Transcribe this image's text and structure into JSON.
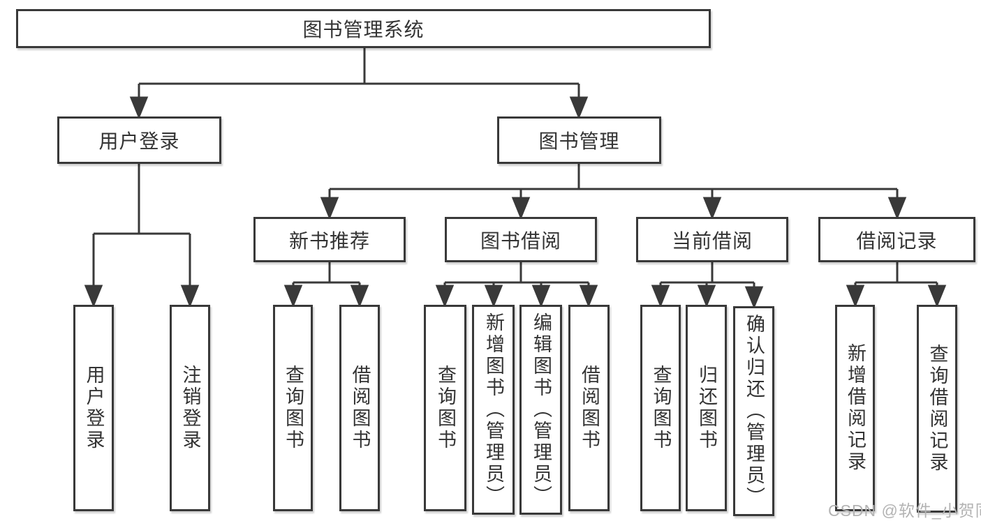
{
  "diagram_type": "hierarchy-tree",
  "tree": {
    "label": "图书管理系统",
    "children": [
      {
        "label": "用户登录",
        "children": [
          {
            "label": "用户登录"
          },
          {
            "label": "注销登录"
          }
        ]
      },
      {
        "label": "图书管理",
        "children": [
          {
            "label": "新书推荐",
            "children": [
              {
                "label": "查询图书"
              },
              {
                "label": "借阅图书"
              }
            ]
          },
          {
            "label": "图书借阅",
            "children": [
              {
                "label": "查询图书"
              },
              {
                "label": "新增图书（管理员）"
              },
              {
                "label": "编辑图书（管理员）"
              },
              {
                "label": "借阅图书"
              }
            ]
          },
          {
            "label": "当前借阅",
            "children": [
              {
                "label": "查询图书"
              },
              {
                "label": "归还图书"
              },
              {
                "label": "确认归还（管理员）"
              }
            ]
          },
          {
            "label": "借阅记录",
            "children": [
              {
                "label": "新增借阅记录"
              },
              {
                "label": "查询借阅记录"
              }
            ]
          }
        ]
      }
    ]
  },
  "watermark": "CSDN @软件_小贺同学",
  "colors": {
    "line": "#393939",
    "text": "#333333",
    "box_background": "#ffffff",
    "watermark": "#b3b3b3"
  }
}
